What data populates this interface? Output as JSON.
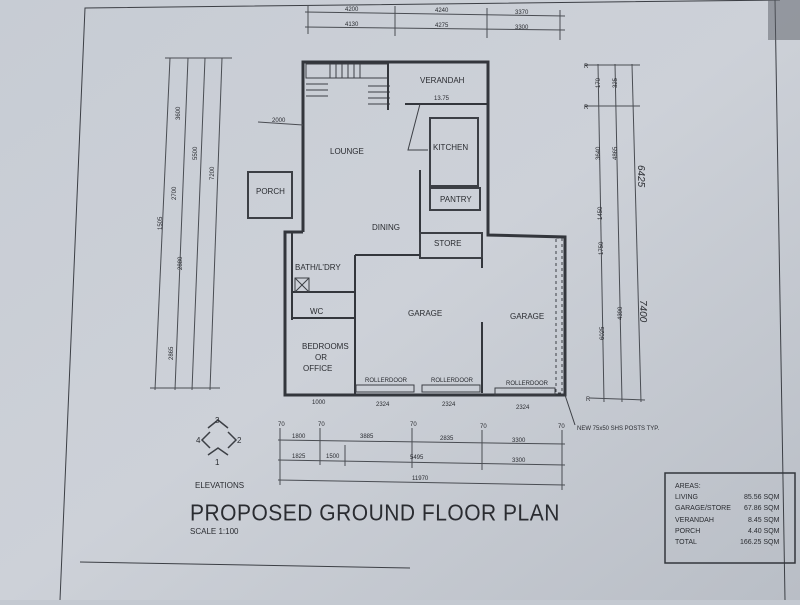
{
  "plan": {
    "title": "PROPOSED GROUND FLOOR PLAN",
    "scale": "SCALE 1:100",
    "elevations_label": "ELEVATIONS",
    "elevation_numbers": [
      "1",
      "2",
      "3",
      "4"
    ],
    "rooms": {
      "lounge": "LOUNGE",
      "verandah": "VERANDAH",
      "verandah_area": "13.75",
      "kitchen": "KITCHEN",
      "pantry": "PANTRY",
      "porch": "PORCH",
      "dining": "DINING",
      "store": "STORE",
      "bath_ldry": "BATH/L'DRY",
      "wc": "WC",
      "bedroom_line1": "BEDROOMS",
      "bedroom_line2": "OR",
      "bedroom_line3": "OFFICE",
      "garage_left": "GARAGE",
      "garage_right": "GARAGE",
      "rollerdoors": [
        "ROLLERDOOR",
        "ROLLERDOOR",
        "ROLLERDOOR"
      ],
      "rollerdoor_widths": [
        "2324",
        "2324",
        "2324"
      ],
      "door_width": "1000"
    },
    "dims_top_row1": [
      "4200",
      "4240",
      "3370"
    ],
    "dims_top_row2": [
      "4130",
      "4275",
      "3300"
    ],
    "dims_bottom_row1": [
      "1800",
      "3885",
      "2835",
      "3300"
    ],
    "dims_bottom_row2": [
      "1825",
      "1500",
      "5495",
      "3300"
    ],
    "dims_bottom_total": "11970",
    "dims_bottom_small": [
      "70",
      "70",
      "70",
      "70",
      "70"
    ],
    "dims_left": [
      "3600",
      "2700",
      "2880",
      "2865",
      "5500",
      "7200",
      "1505"
    ],
    "dims_right": [
      "170",
      "325",
      "3640",
      "4865",
      "1450",
      "1750",
      "6025",
      "4390"
    ],
    "handwritten_right": [
      "6425",
      "7400"
    ],
    "porch_dim": "2000",
    "post_note": "NEW 75x50 SHS POSTS TYP.",
    "r_marker": "R"
  },
  "areas": {
    "heading": "AREAS:",
    "rows": [
      {
        "label": "LIVING",
        "value": "85.56 SQM"
      },
      {
        "label": "GARAGE/STORE",
        "value": "67.86 SQM"
      },
      {
        "label": "VERANDAH",
        "value": "8.45 SQM"
      },
      {
        "label": "PORCH",
        "value": "4.40 SQM"
      },
      {
        "label": "TOTAL",
        "value": "166.25 SQM"
      }
    ]
  }
}
